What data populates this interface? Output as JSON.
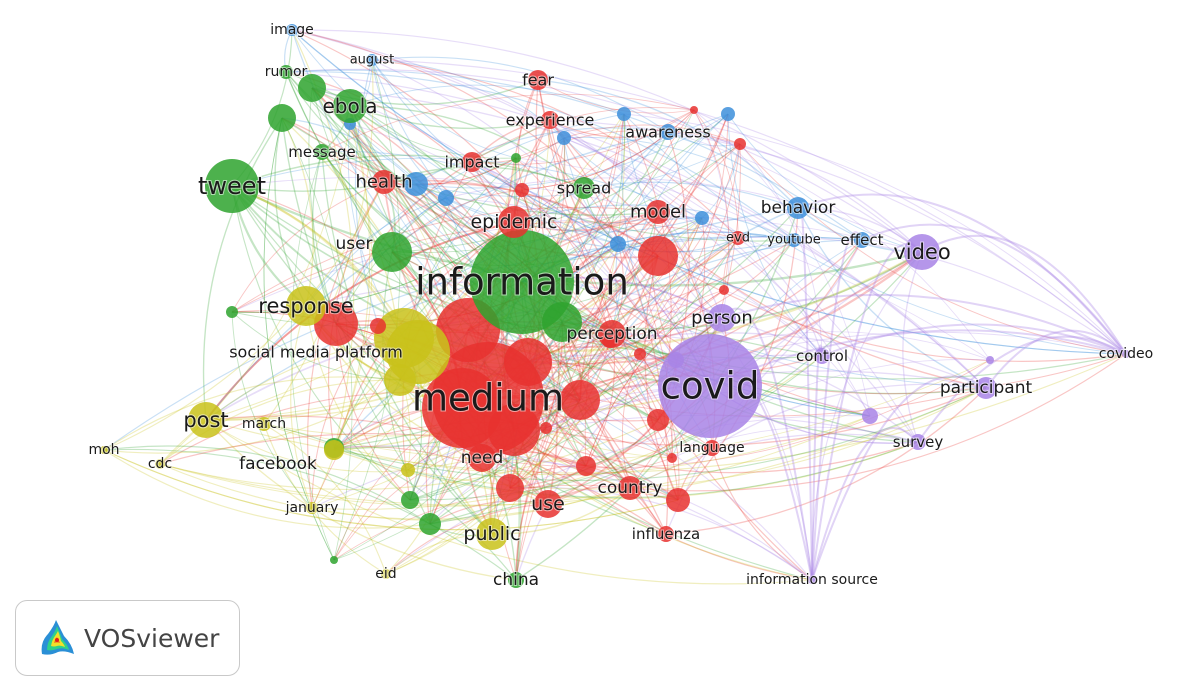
{
  "app": {
    "name": "VOSviewer"
  },
  "clusters": {
    "red": "#e8312f",
    "green": "#2ea32e",
    "blue": "#3d8fdb",
    "yellow": "#c9c21a",
    "purple": "#a884e6"
  },
  "nodes": [
    {
      "id": "information",
      "label": "information",
      "cluster": "green",
      "weight": 100
    },
    {
      "id": "medium",
      "label": "medium",
      "cluster": "red",
      "weight": 95
    },
    {
      "id": "covid",
      "label": "covid",
      "cluster": "purple",
      "weight": 90
    },
    {
      "id": "tweet",
      "label": "tweet",
      "cluster": "green",
      "weight": 38
    },
    {
      "id": "video",
      "label": "video",
      "cluster": "purple",
      "weight": 30
    },
    {
      "id": "response",
      "label": "response",
      "cluster": "yellow",
      "weight": 28
    },
    {
      "id": "post",
      "label": "post",
      "cluster": "yellow",
      "weight": 26
    },
    {
      "id": "ebola",
      "label": "ebola",
      "cluster": "green",
      "weight": 22
    },
    {
      "id": "epidemic",
      "label": "epidemic",
      "cluster": "red",
      "weight": 24
    },
    {
      "id": "health",
      "label": "health",
      "cluster": "red",
      "weight": 20
    },
    {
      "id": "person",
      "label": "person",
      "cluster": "purple",
      "weight": 20
    },
    {
      "id": "public",
      "label": "public",
      "cluster": "yellow",
      "weight": 20
    },
    {
      "id": "use",
      "label": "use",
      "cluster": "red",
      "weight": 20
    },
    {
      "id": "model",
      "label": "model",
      "cluster": "red",
      "weight": 18
    },
    {
      "id": "behavior",
      "label": "behavior",
      "cluster": "blue",
      "weight": 16
    },
    {
      "id": "user",
      "label": "user",
      "cluster": "green",
      "weight": 22
    },
    {
      "id": "social media platform",
      "label": "social media platform",
      "cluster": "yellow",
      "weight": 22
    },
    {
      "id": "perception",
      "label": "perception",
      "cluster": "red",
      "weight": 18
    },
    {
      "id": "participant",
      "label": "participant",
      "cluster": "purple",
      "weight": 14
    },
    {
      "id": "facebook",
      "label": "facebook",
      "cluster": "yellow",
      "weight": 14
    },
    {
      "id": "need",
      "label": "need",
      "cluster": "red",
      "weight": 16
    },
    {
      "id": "country",
      "label": "country",
      "cluster": "red",
      "weight": 16
    },
    {
      "id": "china",
      "label": "china",
      "cluster": "green",
      "weight": 14
    },
    {
      "id": "fear",
      "label": "fear",
      "cluster": "red",
      "weight": 14
    },
    {
      "id": "experience",
      "label": "experience",
      "cluster": "red",
      "weight": 14
    },
    {
      "id": "awareness",
      "label": "awareness",
      "cluster": "blue",
      "weight": 14
    },
    {
      "id": "impact",
      "label": "impact",
      "cluster": "red",
      "weight": 14
    },
    {
      "id": "spread",
      "label": "spread",
      "cluster": "green",
      "weight": 14
    },
    {
      "id": "message",
      "label": "message",
      "cluster": "green",
      "weight": 13
    },
    {
      "id": "survey",
      "label": "survey",
      "cluster": "purple",
      "weight": 13
    },
    {
      "id": "control",
      "label": "control",
      "cluster": "purple",
      "weight": 12
    },
    {
      "id": "language",
      "label": "language",
      "cluster": "red",
      "weight": 12
    },
    {
      "id": "influenza",
      "label": "influenza",
      "cluster": "red",
      "weight": 12
    },
    {
      "id": "effect",
      "label": "effect",
      "cluster": "blue",
      "weight": 12
    },
    {
      "id": "youtube",
      "label": "youtube",
      "cluster": "blue",
      "weight": 11
    },
    {
      "id": "evd",
      "label": "evd",
      "cluster": "red",
      "weight": 11
    },
    {
      "id": "rumor",
      "label": "rumor",
      "cluster": "green",
      "weight": 11
    },
    {
      "id": "image",
      "label": "image",
      "cluster": "blue",
      "weight": 11
    },
    {
      "id": "august",
      "label": "august",
      "cluster": "blue",
      "weight": 10
    },
    {
      "id": "march",
      "label": "march",
      "cluster": "yellow",
      "weight": 11
    },
    {
      "id": "january",
      "label": "january",
      "cluster": "yellow",
      "weight": 10
    },
    {
      "id": "cdc",
      "label": "cdc",
      "cluster": "yellow",
      "weight": 10
    },
    {
      "id": "moh",
      "label": "moh",
      "cluster": "yellow",
      "weight": 10
    },
    {
      "id": "eid",
      "label": "eid",
      "cluster": "yellow",
      "weight": 10
    },
    {
      "id": "covideo",
      "label": "covideo",
      "cluster": "purple",
      "weight": 10
    },
    {
      "id": "information source",
      "label": "information source",
      "cluster": "purple",
      "weight": 10
    }
  ]
}
